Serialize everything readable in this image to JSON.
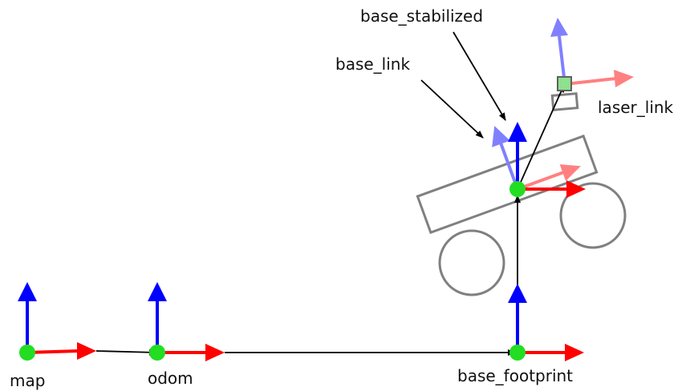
{
  "frames": {
    "map": "map",
    "odom": "odom",
    "base_footprint": "base_footprint",
    "base_link": "base_link",
    "base_stabilized": "base_stabilized",
    "laser_link": "laser_link"
  },
  "colors": {
    "x_axis": "#ff0000",
    "y_axis": "#0000ff",
    "x_axis_faded": "#ff8080",
    "y_axis_faded": "#8080ff",
    "origin": "#22dd22",
    "robot_outline": "#808080",
    "link_arrow": "#000000"
  }
}
